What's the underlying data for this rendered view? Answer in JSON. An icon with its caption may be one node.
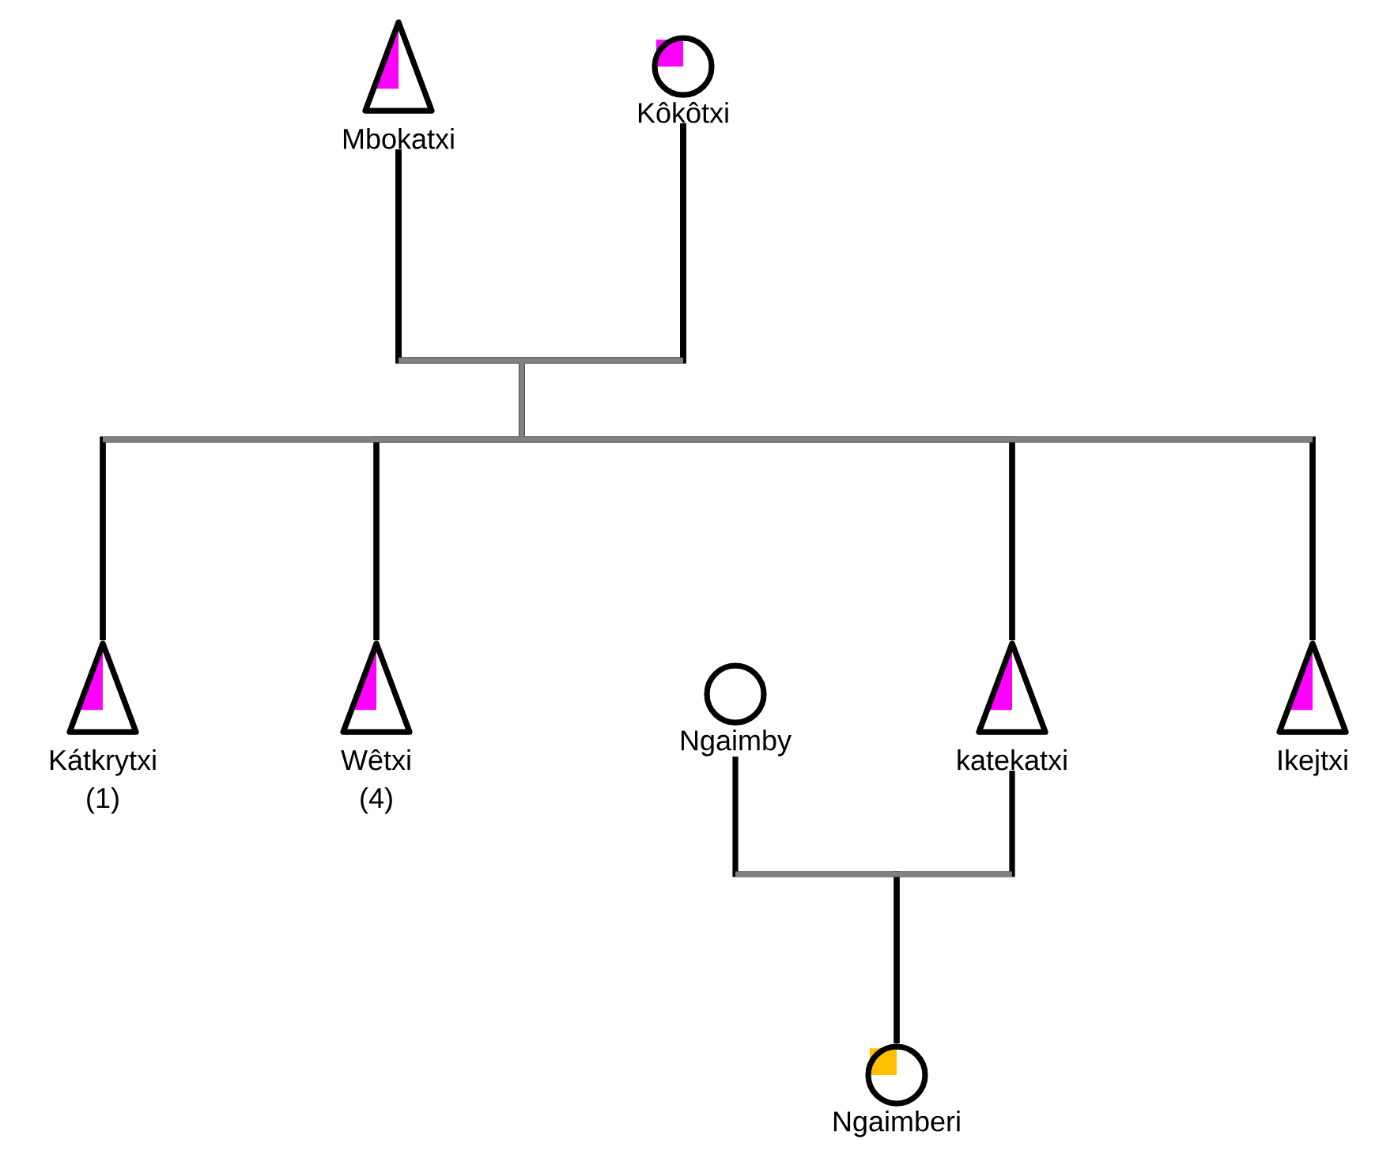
{
  "diagram": {
    "nodes": [
      {
        "text": [
          "Mbokatxi"
        ]
      },
      {
        "text": [
          "Kôkôtxi"
        ]
      },
      {
        "text": [
          "Kátkrytxi",
          "(1)"
        ]
      },
      {
        "text": [
          "Wêtxi",
          "(4)"
        ]
      },
      {
        "text": [
          "Ngaimby"
        ]
      },
      {
        "text": [
          "katekatxi"
        ]
      },
      {
        "text": [
          "Ikejtxi"
        ]
      },
      {
        "text": [
          "Ngaimberi"
        ]
      }
    ],
    "edges": [
      {
        "from": 0,
        "to": 2,
        "arrow": "none"
      },
      {
        "from": 1,
        "to": 2,
        "arrow": "none"
      },
      {
        "from": 0,
        "to": 3,
        "arrow": "none"
      },
      {
        "from": 1,
        "to": 3,
        "arrow": "none"
      },
      {
        "from": 0,
        "to": 5,
        "arrow": "none"
      },
      {
        "from": 1,
        "to": 5,
        "arrow": "none"
      },
      {
        "from": 0,
        "to": 6,
        "arrow": "none"
      },
      {
        "from": 1,
        "to": 6,
        "arrow": "none"
      },
      {
        "from": 4,
        "to": 7,
        "arrow": "none"
      },
      {
        "from": 5,
        "to": 7,
        "arrow": "none"
      }
    ]
  }
}
